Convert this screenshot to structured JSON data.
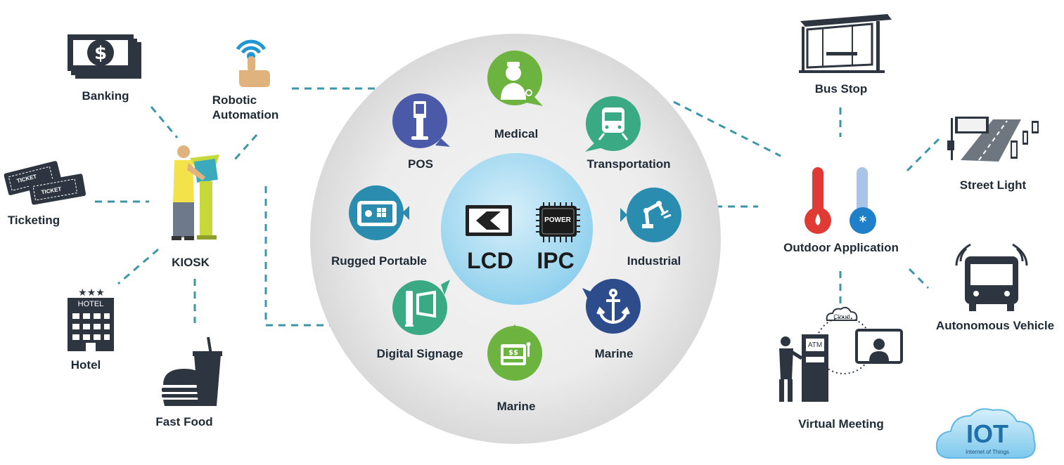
{
  "center": {
    "left_label": "LCD",
    "right_label": "IPC",
    "chip_text": "POWER"
  },
  "categories": [
    {
      "id": "medical",
      "label": "Medical",
      "color": "#6db33f",
      "icon": "doctor-icon"
    },
    {
      "id": "transportation",
      "label": "Transportation",
      "color": "#3aaa84",
      "icon": "train-icon"
    },
    {
      "id": "industrial",
      "label": "Industrial",
      "color": "#2a8db0",
      "icon": "robot-arm-icon"
    },
    {
      "id": "marine-right",
      "label": "Marine",
      "color": "#2d4c8c",
      "icon": "anchor-icon"
    },
    {
      "id": "marine-bottom",
      "label": "Marine",
      "color": "#6db33f",
      "icon": "slot-machine-icon"
    },
    {
      "id": "digital-signage",
      "label": "Digital Signage",
      "color": "#3aaa84",
      "icon": "signage-icon"
    },
    {
      "id": "rugged-portable",
      "label": "Rugged Portable",
      "color": "#2a8db0",
      "icon": "tablet-icon"
    },
    {
      "id": "pos",
      "label": "POS",
      "color": "#4a5aa8",
      "icon": "pos-terminal-icon"
    }
  ],
  "kiosk": {
    "label": "KIOSK",
    "items": [
      {
        "id": "banking",
        "label": "Banking",
        "icon": "money-icon"
      },
      {
        "id": "robotic",
        "label": "Robotic\nAutomation",
        "icon": "touch-icon"
      },
      {
        "id": "ticketing",
        "label": "Ticketing",
        "icon": "ticket-icon",
        "ticket_text": "TICKET"
      },
      {
        "id": "hotel",
        "label": "Hotel",
        "icon": "hotel-icon",
        "sign_text": "HOTEL"
      },
      {
        "id": "fastfood",
        "label": "Fast Food",
        "icon": "fastfood-icon"
      }
    ]
  },
  "outdoor": {
    "label": "Outdoor Application",
    "items": [
      {
        "id": "busstop",
        "label": "Bus Stop",
        "icon": "bus-stop-icon"
      },
      {
        "id": "streetlight",
        "label": "Street Light",
        "icon": "street-light-icon"
      },
      {
        "id": "vehicle",
        "label": "Autonomous Vehicle",
        "icon": "bus-icon"
      },
      {
        "id": "meeting",
        "label": "Virtual Meeting",
        "icon": "virtual-meeting-icon",
        "atm_text": "ATM",
        "cloud_text": "Cloud"
      }
    ]
  },
  "iot": {
    "title": "IOT",
    "subtitle": "Internet of Things"
  },
  "colors": {
    "dash": "#3a96a8",
    "ring": "#e0e0e0",
    "core": "#a9dcf2",
    "text": "#1e2a36",
    "icon_dark": "#2d3640"
  }
}
